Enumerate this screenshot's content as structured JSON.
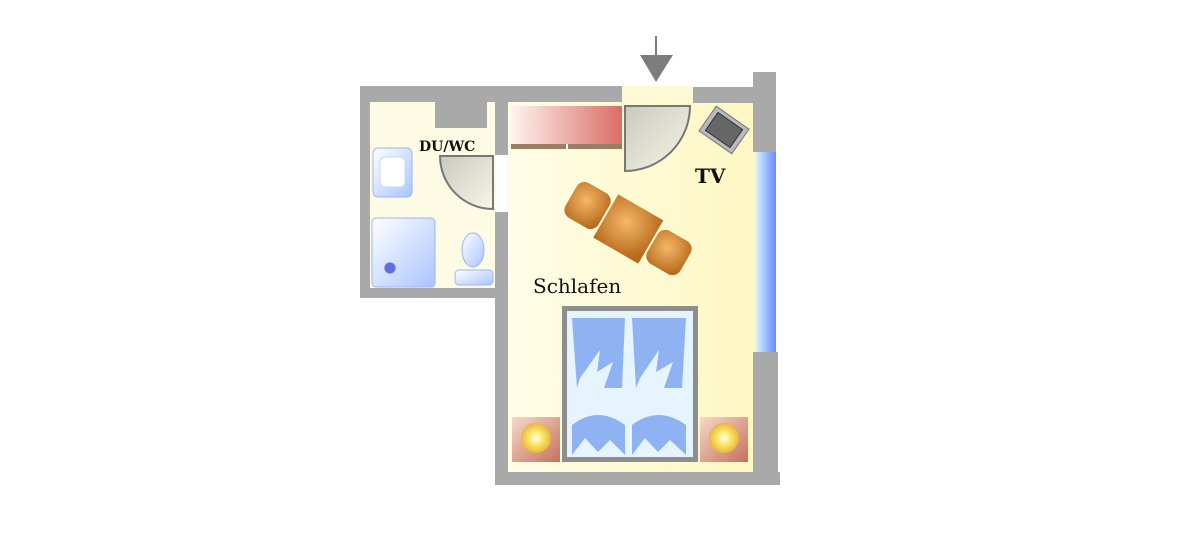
{
  "floorplan": {
    "rooms": {
      "bathroom": "DU/WC",
      "bedroom": "Schlafen"
    },
    "furniture_labels": {
      "tv": "TV"
    }
  },
  "colors": {
    "wall": "#a9a9a9",
    "floor": "#fdfbe0",
    "window": "#b8d8ff",
    "bed": "#e6f4ff",
    "wood": "#d9892e"
  }
}
